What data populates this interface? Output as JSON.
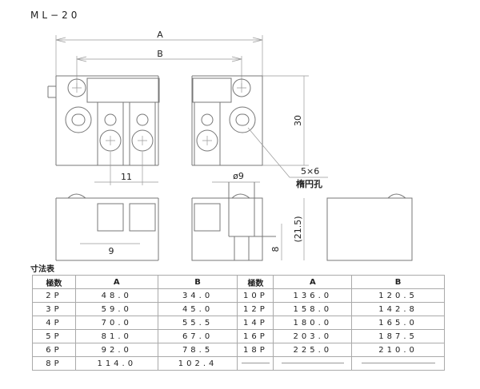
{
  "title": "ML−20",
  "drawing": {
    "dim_a": "A",
    "dim_b": "B",
    "dim_height": "30",
    "dim_pitch": "11",
    "dim_hole": "5×6",
    "hole_label": "楕円孔",
    "dim_diameter": "ø9",
    "dim_width": "9",
    "dim_side_height": "(21.5)",
    "dim_8": "8"
  },
  "table": {
    "caption": "寸法表",
    "headers": [
      "極数",
      "A",
      "B",
      "極数",
      "A",
      "B"
    ],
    "rows": [
      [
        "2P",
        "48.0",
        "34.0",
        "10P",
        "136.0",
        "120.5"
      ],
      [
        "3P",
        "59.0",
        "45.0",
        "12P",
        "158.0",
        "142.8"
      ],
      [
        "4P",
        "70.0",
        "55.5",
        "14P",
        "180.0",
        "165.0"
      ],
      [
        "5P",
        "81.0",
        "67.0",
        "16P",
        "203.0",
        "187.5"
      ],
      [
        "6P",
        "92.0",
        "78.5",
        "18P",
        "225.0",
        "210.0"
      ],
      [
        "8P",
        "114.0",
        "102.4",
        "",
        "",
        ""
      ]
    ]
  }
}
